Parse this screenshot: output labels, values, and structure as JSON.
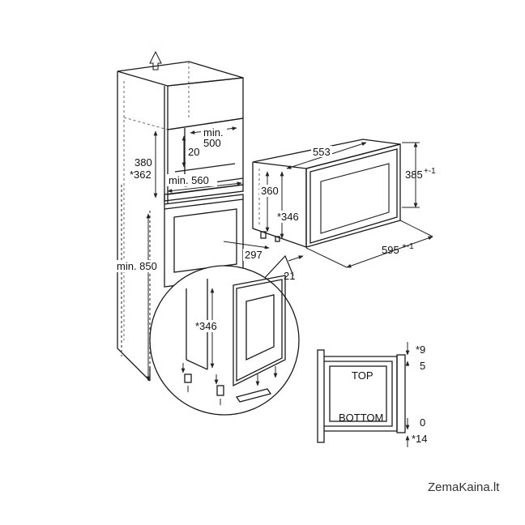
{
  "colors": {
    "line": "#1a1a1a",
    "dim": "#222222",
    "hidden": "#555555",
    "watermark": "#333333"
  },
  "labels": {
    "cab_min500_a": "min.",
    "cab_min500_b": "500",
    "cab_20": "20",
    "cab_380": "380",
    "cab_362": "*362",
    "cab_min560": "min. 560",
    "cab_min850": "min. 850",
    "oven_553": "553",
    "oven_385": "385",
    "oven_385_tol": "+-1",
    "oven_360": "360",
    "oven_346": "*346",
    "oven_595": "595",
    "oven_595_tol": "+-1",
    "oven_297": "297",
    "oven_21": "21",
    "detail_346": "*346",
    "section_9": "*9",
    "section_5": "5",
    "section_0": "0",
    "section_14": "*14",
    "section_top": "TOP",
    "section_bottom": "BOTTOM"
  },
  "watermark": "ZemaKaina.lt"
}
